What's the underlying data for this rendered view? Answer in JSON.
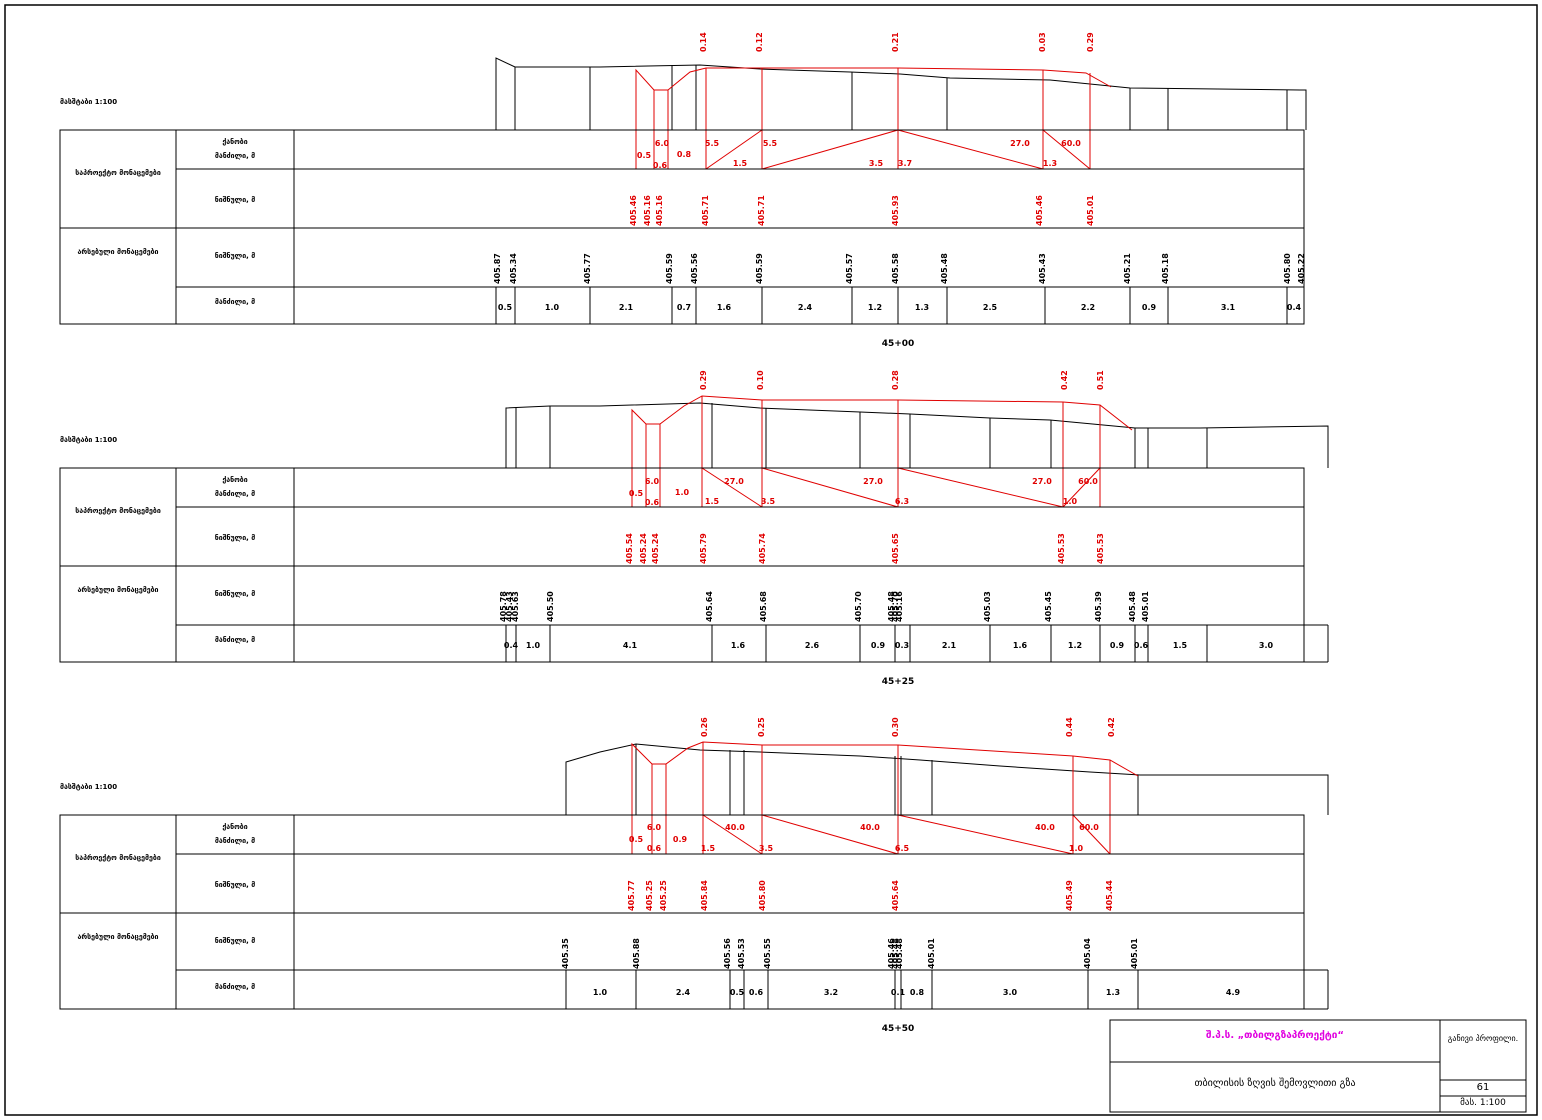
{
  "sheet": {
    "row_labels": {
      "scale": "მასშტაბი 1:100",
      "design_group": "საპროექტო მონაცემები",
      "existing_group": "არსებული მონაცემები",
      "slope": "ქანობი",
      "distance": "მანძილი, მ",
      "elevation": "ნიშნული, მ"
    },
    "title_block": {
      "company": "შ.პ.ს. „თბილგზაპროექტი“",
      "sheet_name": "თბილისის ზღვის შემოვლითი გზა",
      "section_label": "განივი პროფილი.",
      "sheet_number": "61",
      "scale": "მას. 1:100"
    }
  },
  "sections": [
    {
      "station": "45+00",
      "design_offsets": [
        "0.14",
        "0.12",
        "0.21",
        "0.03",
        "0.29"
      ],
      "slopes": [
        "0.5",
        "6.0",
        "0.6",
        "0.8",
        "5.5",
        "5.5",
        "1.5",
        "3.5",
        "3.7",
        "27.0",
        "60.0",
        "1.3"
      ],
      "design_elevations": [
        "405.46",
        "405.16",
        "405.16",
        "405.71",
        "405.71",
        "405.93",
        "405.46",
        "405.01"
      ],
      "existing_elevations": [
        "405.87",
        "405.34",
        "405.77",
        "405.59",
        "405.56",
        "405.59",
        "405.57",
        "405.58",
        "405.48",
        "405.43",
        "405.21",
        "405.18",
        "405.80",
        "405.22"
      ],
      "existing_distances": [
        "0.5",
        "1.0",
        "2.1",
        "0.7",
        "1.6",
        "2.4",
        "1.2",
        "1.3",
        "2.5",
        "2.2",
        "0.9",
        "3.1",
        "0.4"
      ]
    },
    {
      "station": "45+25",
      "design_offsets": [
        "0.29",
        "0.10",
        "0.28",
        "0.42",
        "0.51"
      ],
      "slopes": [
        "0.5",
        "6.0",
        "0.6",
        "1.0",
        "27.0",
        "1.5",
        "3.5",
        "27.0",
        "6.3",
        "27.0",
        "60.0",
        "1.0"
      ],
      "design_elevations": [
        "405.54",
        "405.24",
        "405.24",
        "405.79",
        "405.74",
        "405.65",
        "405.53",
        "405.53"
      ],
      "existing_elevations": [
        "405.78",
        "405.43",
        "405.63",
        "405.50",
        "405.64",
        "405.68",
        "405.70",
        "405.48",
        "405.70",
        "405.16",
        "405.03",
        "405.45",
        "405.39",
        "405.48",
        "405.01"
      ],
      "existing_distances": [
        "0.4",
        "1.0",
        "4.1",
        "1.6",
        "2.6",
        "0.9",
        "0.3",
        "2.1",
        "1.6",
        "1.2",
        "0.9",
        "0.6",
        "1.5",
        "3.0"
      ]
    },
    {
      "station": "45+50",
      "design_offsets": [
        "0.26",
        "0.25",
        "0.30",
        "0.44",
        "0.42"
      ],
      "slopes": [
        "0.5",
        "6.0",
        "0.6",
        "0.9",
        "40.0",
        "1.5",
        "3.5",
        "40.0",
        "6.5",
        "40.0",
        "60.0",
        "1.0"
      ],
      "design_elevations": [
        "405.77",
        "405.25",
        "405.25",
        "405.84",
        "405.80",
        "405.64",
        "405.49",
        "405.44"
      ],
      "existing_elevations": [
        "405.35",
        "405.88",
        "405.56",
        "405.53",
        "405.55",
        "405.46",
        "405.48",
        "405.48",
        "405.01",
        "405.04",
        "405.01"
      ],
      "existing_distances": [
        "1.0",
        "2.4",
        "0.5",
        "0.6",
        "3.2",
        "0.1",
        "0.8",
        "3.0",
        "1.3",
        "4.9"
      ]
    }
  ]
}
